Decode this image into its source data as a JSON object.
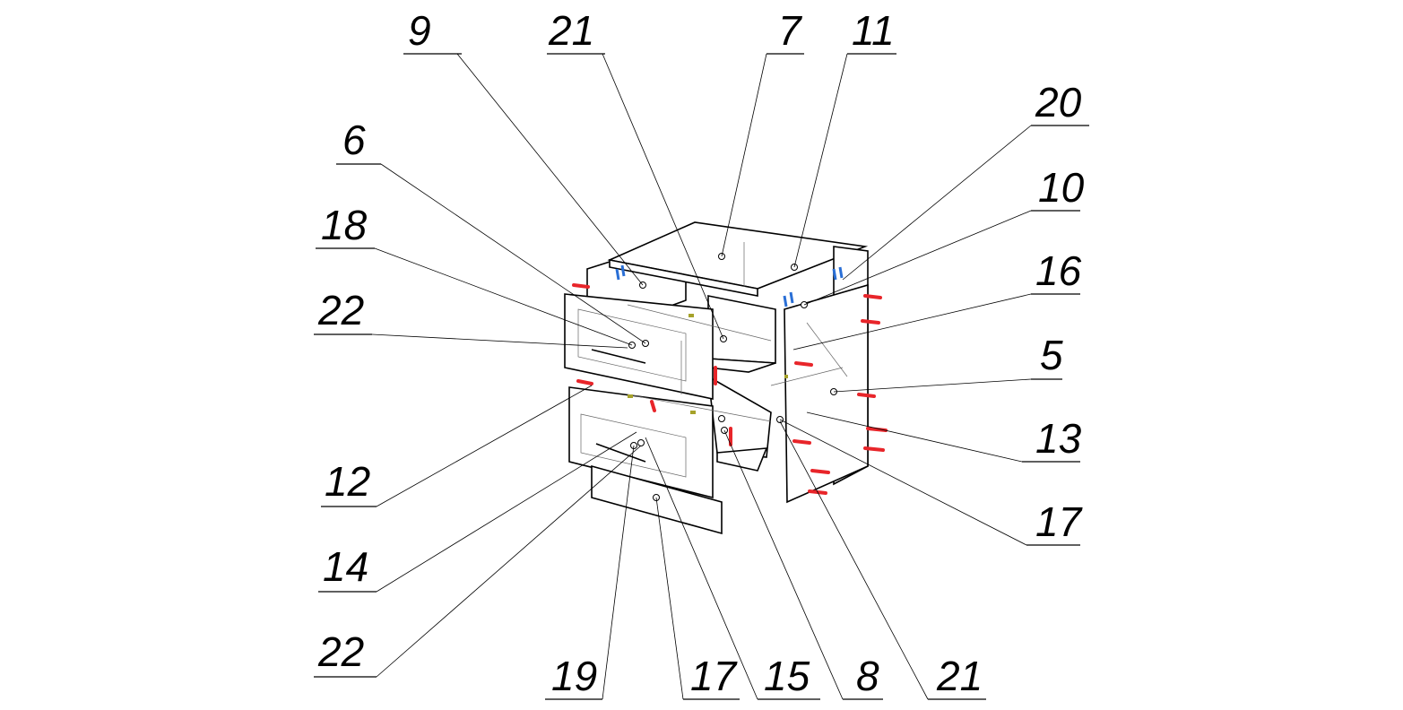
{
  "diagram": {
    "type": "exploded-assembly",
    "labels": [
      "9",
      "21",
      "7",
      "11",
      "20",
      "10",
      "16",
      "5",
      "13",
      "17",
      "6",
      "18",
      "22",
      "12",
      "14",
      "22",
      "19",
      "17",
      "15",
      "8",
      "21"
    ],
    "colors": {
      "fastener_red": "#e8252a",
      "clip_blue": "#2a6fd6",
      "line": "#000000",
      "background": "#ffffff"
    }
  }
}
